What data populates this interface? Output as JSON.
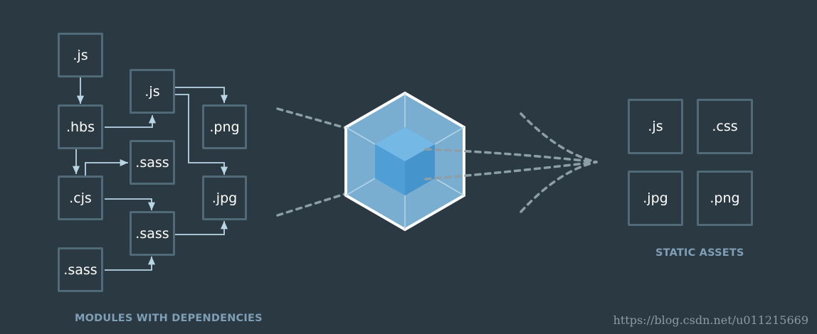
{
  "modules": {
    "caption": "MODULES WITH DEPENDENCIES",
    "nodes": {
      "js_a": ".js",
      "hbs": ".hbs",
      "cjs": ".cjs",
      "sass_bottom": ".sass",
      "js_b": ".js",
      "sass_mid": ".sass",
      "sass_lower": ".sass",
      "png": ".png",
      "jpg": ".jpg"
    }
  },
  "assets": {
    "caption": "STATIC ASSETS",
    "items": [
      ".js",
      ".css",
      ".jpg",
      ".png"
    ]
  },
  "watermark": "https://blog.csdn.net/u011215669",
  "colors": {
    "background": "#2b3a42",
    "box_border": "#506a77",
    "connector": "#b9d6e4",
    "caption": "#7f9fb6",
    "cube_outer": "#8dbcd6",
    "cube_inner": "#5aa7dc",
    "dotted_lines": "#8c9ea6"
  }
}
